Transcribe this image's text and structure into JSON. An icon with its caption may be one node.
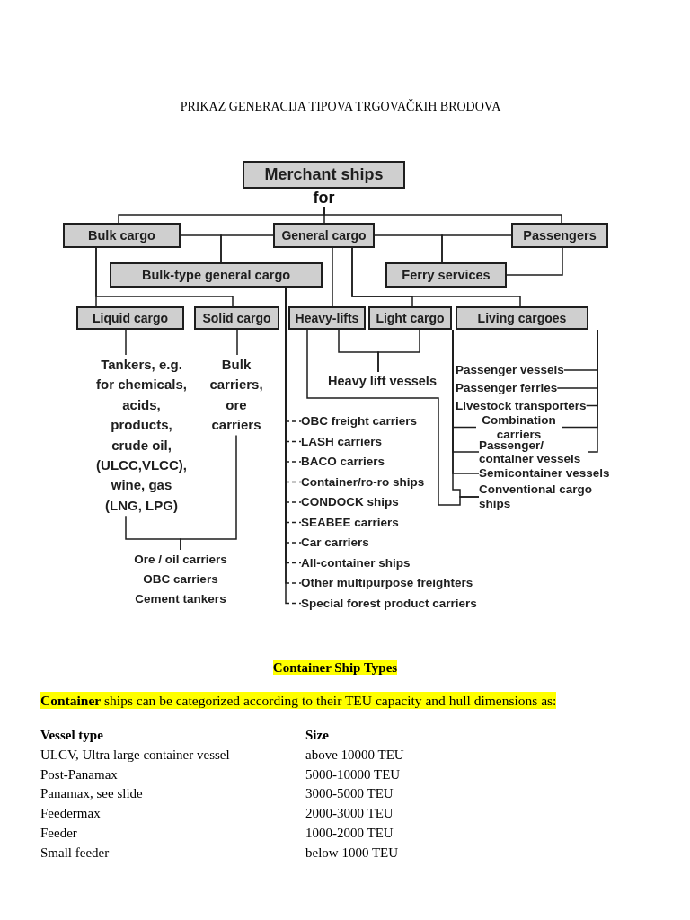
{
  "diagram": {
    "title": "PRIKAZ GENERACIJA TIPOVA TRGOVAČKIH BRODOVA",
    "nodes": [
      {
        "text": [
          "Merchant ships"
        ],
        "beside": [
          "for"
        ]
      },
      {
        "text": [
          "Bulk cargo"
        ]
      },
      {
        "text": [
          "General cargo"
        ]
      },
      {
        "text": [
          "Passengers"
        ]
      },
      {
        "text": [
          "Bulk-type general cargo"
        ]
      },
      {
        "text": [
          "Ferry services"
        ]
      },
      {
        "text": [
          "Liquid cargo"
        ]
      },
      {
        "text": [
          "Solid cargo"
        ]
      },
      {
        "text": [
          "Heavy-lifts"
        ]
      },
      {
        "text": [
          "Light cargo"
        ]
      },
      {
        "text": [
          "Living cargoes"
        ]
      },
      {
        "text": [
          "Tankers, e.g. for chemicals, acids, products, crude oil, (ULCC,VLCC), wine, gas (LNG, LPG)"
        ]
      },
      {
        "text": [
          "Bulk carriers, ore carriers"
        ]
      },
      {
        "text": [
          "Ore / oil carriers",
          "OBC carriers",
          "Cement tankers"
        ]
      },
      {
        "text": [
          "Heavy lift vessels"
        ]
      },
      {
        "text": [
          "OBC freight carriers"
        ]
      },
      {
        "text": [
          "LASH carriers"
        ]
      },
      {
        "text": [
          "BACO carriers"
        ]
      },
      {
        "text": [
          "Container/ro-ro ships"
        ]
      },
      {
        "text": [
          "CONDOCK ships"
        ]
      },
      {
        "text": [
          "SEABEE carriers"
        ]
      },
      {
        "text": [
          "Car carriers"
        ]
      },
      {
        "text": [
          "All-container ships"
        ]
      },
      {
        "text": [
          "Other multipurpose freighters"
        ]
      },
      {
        "text": [
          "Special forest product carriers"
        ]
      },
      {
        "text": [
          "Passenger vessels"
        ]
      },
      {
        "text": [
          "Passenger ferries"
        ]
      },
      {
        "text": [
          "Livestock transporters"
        ]
      },
      {
        "text": [
          "Combination carriers"
        ]
      },
      {
        "text": [
          "Passenger/ container vessels"
        ]
      },
      {
        "text": [
          "Semicontainer vessels"
        ]
      },
      {
        "text": [
          "Conventional cargo ships"
        ]
      }
    ],
    "edges": [
      {
        "from": 0,
        "to": 1,
        "arrow": "none"
      },
      {
        "from": 0,
        "to": 2,
        "arrow": "none"
      },
      {
        "from": 0,
        "to": 3,
        "arrow": "none"
      },
      {
        "from": 1,
        "to": 4,
        "arrow": "none"
      },
      {
        "from": 2,
        "to": 4,
        "arrow": "none"
      },
      {
        "from": 2,
        "to": 5,
        "arrow": "none"
      },
      {
        "from": 3,
        "to": 5,
        "arrow": "none"
      },
      {
        "from": 3,
        "to": 5,
        "arrow": "none"
      },
      {
        "from": 1,
        "to": 6,
        "arrow": "none"
      },
      {
        "from": 1,
        "to": 7,
        "arrow": "none"
      },
      {
        "from": 2,
        "to": 8,
        "arrow": "none"
      },
      {
        "from": 2,
        "to": 9,
        "arrow": "none"
      },
      {
        "from": 2,
        "to": 10,
        "arrow": "none"
      },
      {
        "from": 6,
        "to": 11,
        "arrow": "none"
      },
      {
        "from": 7,
        "to": 12,
        "arrow": "none"
      },
      {
        "from": 11,
        "to": 13,
        "arrow": "none"
      },
      {
        "from": 12,
        "to": 13,
        "arrow": "none"
      },
      {
        "from": 8,
        "to": 14,
        "arrow": "none"
      },
      {
        "from": 9,
        "to": 14,
        "arrow": "none"
      },
      {
        "from": 4,
        "to": 15,
        "arrow": "none",
        "style": "dashed"
      },
      {
        "from": 4,
        "to": 16,
        "arrow": "none",
        "style": "dashed"
      },
      {
        "from": 4,
        "to": 17,
        "arrow": "none",
        "style": "dashed"
      },
      {
        "from": 4,
        "to": 18,
        "arrow": "none",
        "style": "dashed"
      },
      {
        "from": 4,
        "to": 19,
        "arrow": "none",
        "style": "dashed"
      },
      {
        "from": 4,
        "to": 20,
        "arrow": "none",
        "style": "dashed"
      },
      {
        "from": 4,
        "to": 21,
        "arrow": "none",
        "style": "dashed"
      },
      {
        "from": 4,
        "to": 22,
        "arrow": "none",
        "style": "dashed"
      },
      {
        "from": 4,
        "to": 23,
        "arrow": "none",
        "style": "dashed"
      },
      {
        "from": 4,
        "to": 24,
        "arrow": "none",
        "style": "dashed"
      },
      {
        "from": 10,
        "to": 25,
        "arrow": "none"
      },
      {
        "from": 10,
        "to": 26,
        "arrow": "none"
      },
      {
        "from": 10,
        "to": 27,
        "arrow": "none"
      },
      {
        "from": 10,
        "to": 28,
        "arrow": "none"
      },
      {
        "from": 10,
        "to": 29,
        "arrow": "none"
      },
      {
        "from": 9,
        "to": 28,
        "arrow": "none"
      },
      {
        "from": 9,
        "to": 29,
        "arrow": "none"
      },
      {
        "from": 9,
        "to": 30,
        "arrow": "none"
      },
      {
        "from": 9,
        "to": 31,
        "arrow": "none"
      },
      {
        "from": 8,
        "to": 31,
        "arrow": "none"
      }
    ],
    "labels": [
      "Container Ship Types",
      "**Container** ships can be categorized according to their TEU capacity and hull dimensions as:",
      "Vessel type",
      "Size",
      "ULCV, Ultra large container vessel",
      "above 10000 TEU",
      "Post-Panamax",
      "5000-10000 TEU",
      "Panamax, see slide",
      "3000-5000 TEU",
      "Feedermax",
      "2000-3000 TEU",
      "Feeder",
      "1000-2000 TEU",
      "Small feeder",
      "below 1000 TEU"
    ]
  }
}
